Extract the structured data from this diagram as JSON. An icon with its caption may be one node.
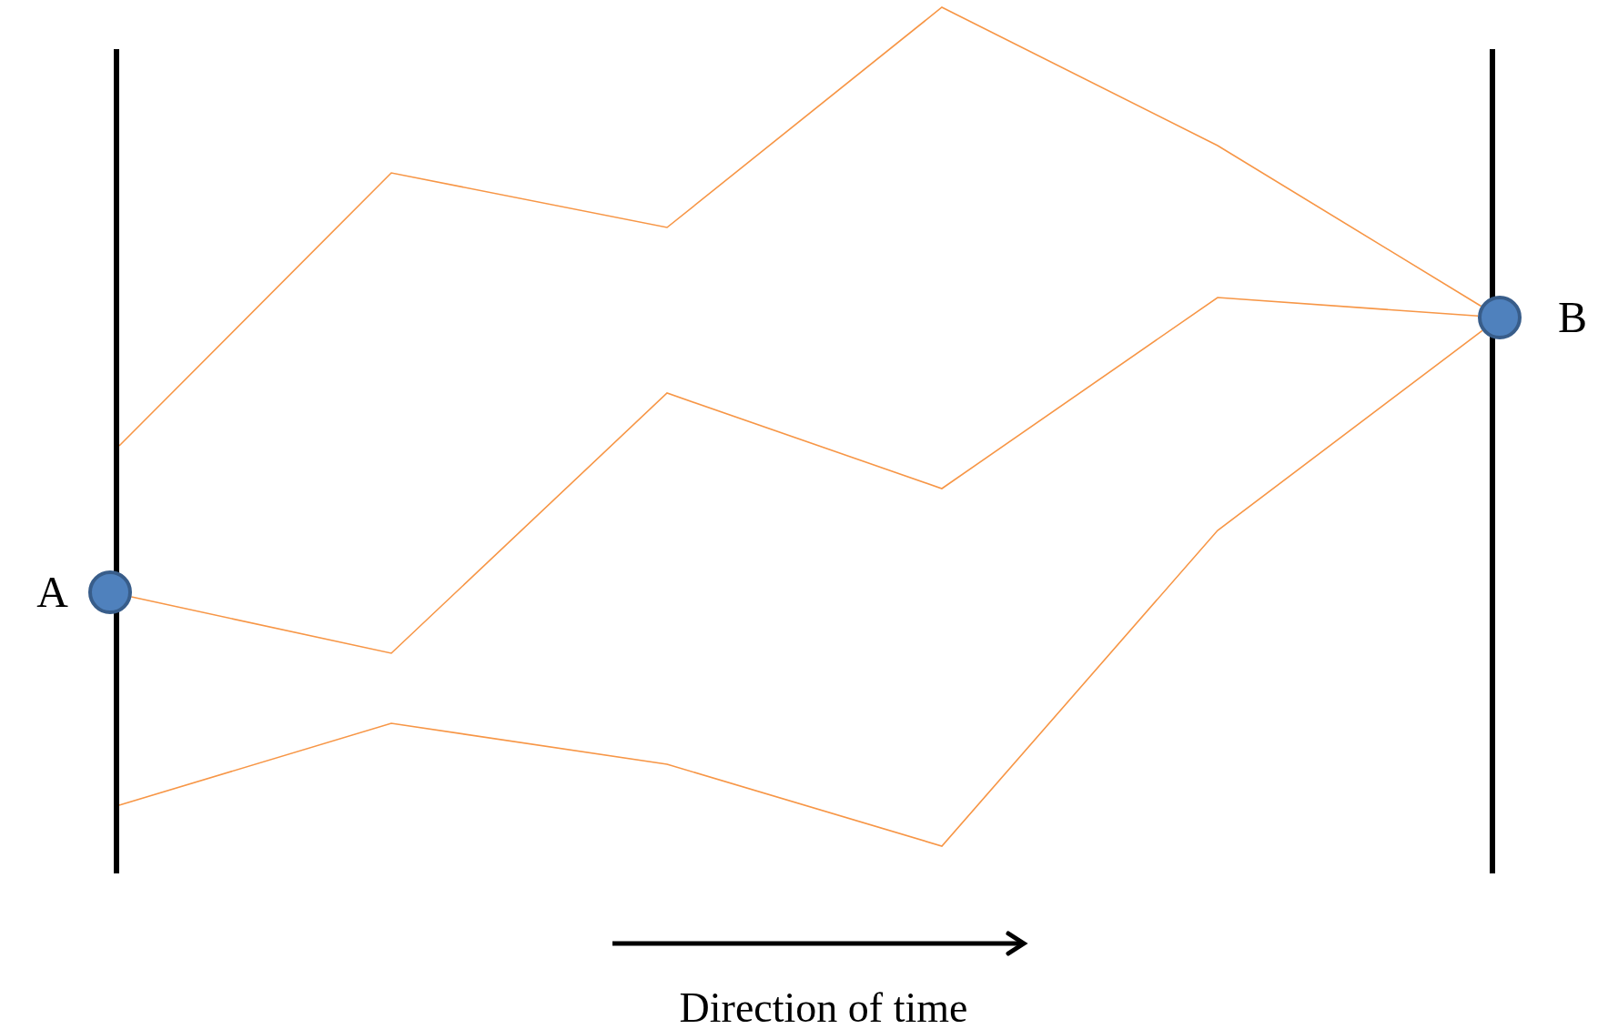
{
  "diagram": {
    "nodes": [
      {
        "text": [],
        "shape": "bar"
      },
      {
        "text": [],
        "shape": "circle",
        "beside": [
          "A"
        ]
      },
      {
        "text": [],
        "shape": "bar"
      },
      {
        "text": [],
        "shape": "circle",
        "beside": [
          "B"
        ]
      }
    ],
    "edges": [
      {
        "from": 0,
        "to": 3,
        "arrow": "none"
      },
      {
        "from": 1,
        "to": 3,
        "arrow": "none"
      },
      {
        "from": 0,
        "to": 3,
        "arrow": "none"
      }
    ],
    "labels": [
      "Direction of time"
    ]
  }
}
